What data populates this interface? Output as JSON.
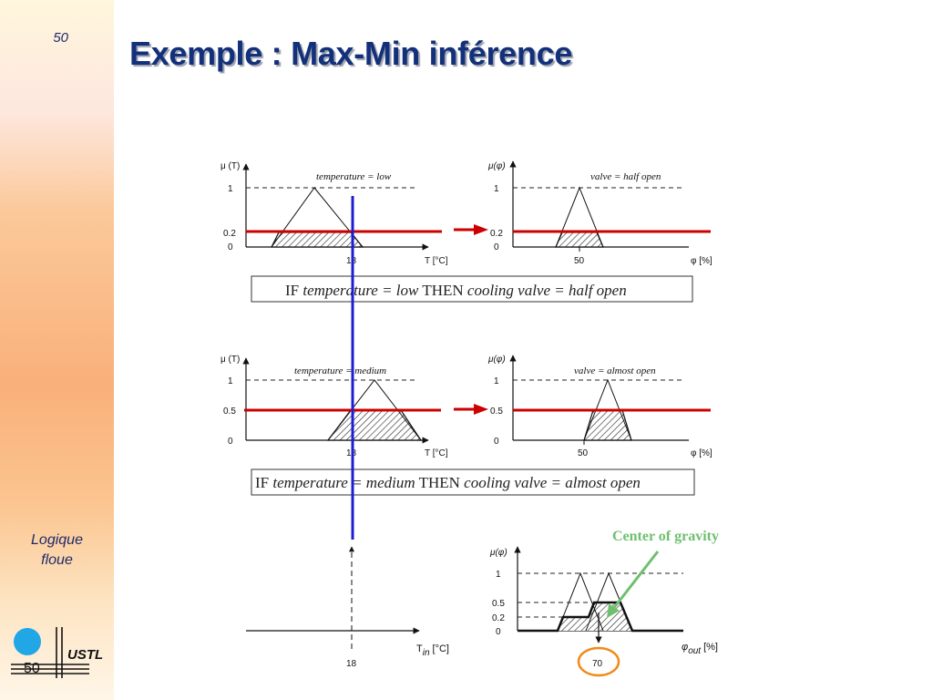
{
  "slide": {
    "title": "Exemple : Max-Min inférence",
    "page_number": "50",
    "subject_line1": "Logique",
    "subject_line2": "floue",
    "logo_text": "USTL",
    "logo_badge_number": "50"
  },
  "colors": {
    "title": "#13307a",
    "rule_line": "#cc0000",
    "input_line": "#1d1dd6",
    "callout": "#6fbf6f",
    "highlight": "#f08a1a"
  },
  "rule1": {
    "input_axis_y": "μ (T)",
    "input_label": "temperature = low",
    "input_ticks_y": [
      "1",
      "0.2",
      "0"
    ],
    "input_tick_x": "18",
    "input_axis_x": "T [°C]",
    "output_axis_y": "μ(φ)",
    "output_label": "valve = half open",
    "output_ticks_y": [
      "1",
      "0.2",
      "0"
    ],
    "output_tick_x": "50",
    "output_axis_x": "φ [%]",
    "rule_if": "IF",
    "rule_antecedent": "temperature = low",
    "rule_then": "THEN",
    "rule_consequent": "cooling valve = half open"
  },
  "rule2": {
    "input_axis_y": "μ (T)",
    "input_label": "temperature = medium",
    "input_ticks_y": [
      "1",
      "0.5",
      "0"
    ],
    "input_tick_x": "18",
    "input_axis_x": "T [°C]",
    "output_axis_y": "μ(φ)",
    "output_label": "valve = almost open",
    "output_ticks_y": [
      "1",
      "0.5",
      "0"
    ],
    "output_tick_x": "50",
    "output_axis_x": "φ [%]",
    "rule_if": "IF",
    "rule_antecedent": "temperature = medium",
    "rule_then": "THEN",
    "rule_consequent": "cooling valve = almost open"
  },
  "result": {
    "input_axis_x": "T",
    "input_axis_x_sub": "in",
    "input_axis_x_unit": "[°C]",
    "input_tick_x": "18",
    "output_axis_y": "μ(φ)",
    "output_ticks_y": [
      "1",
      "0.5",
      "0.2",
      "0"
    ],
    "output_axis_x": "φ",
    "output_axis_x_sub": "out",
    "output_axis_x_unit": "[%]",
    "cog_label": "Center of gravity",
    "cog_value": "70"
  }
}
